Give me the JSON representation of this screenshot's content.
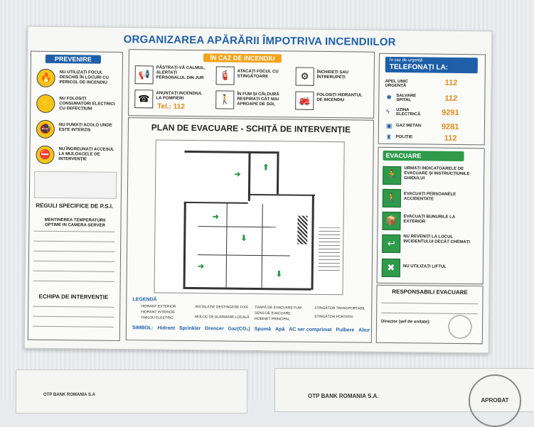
{
  "poster": {
    "title": "ORGANIZAREA APĂRĂRII ÎMPOTRIVA INCENDIILOR",
    "prevenire": {
      "header": "PREVENIRE",
      "items": [
        "NU UTILIZAȚI FOCUL DESCHIS ÎN LOCURI CU PERICOL DE INCENDIU",
        "NU FOLOSIȚI CONSUMATORI ELECTRICI CU DEFECȚIUNI",
        "NU FUMAȚI ACOLO UNDE ESTE INTERZIS",
        "NU ÎNGREUNAȚI ACCESUL LA MIJLOACELE DE INTERVENȚIE"
      ]
    },
    "reguli": {
      "header": "REGULI SPECIFICE DE P.S.I.",
      "text": "MENTINEREA TEMPERATURII OPTIME IN CAMERA SERVER"
    },
    "echipa_header": "ECHIPA DE INTERVENȚIE",
    "in_caz": {
      "header": "ÎN CAZ DE INCENDIU",
      "items": [
        "PĂSTRAȚI-VĂ CALMUL, ALERTAȚI PERSONALUL DIN JUR",
        "ATACAȚI FOCUL CU STINGĂTOARE",
        "ÎNCHIDEȚI SAU ÎNTRERUPEȚI",
        "ANUNȚAȚI INCENDIUL LA POMPIERI",
        "ÎN FUM ȘI CĂLDURĂ RESPIRAȚI CÂT MAI APROAPE DE SOL",
        "FOLOSIȚI HIDRANTUL DE INCENDIU"
      ],
      "tel": "Tel.: 112"
    },
    "plan_title": "PLAN DE EVACUARE - SCHIȚĂ DE INTERVENȚIE",
    "legenda": {
      "header": "LEGENDĂ",
      "items": [
        "HIDRANT EXTERIOR",
        "HIDRANT INTERIOR",
        "TABLOU ELECTRIC",
        "INSTALAȚIE DESTINGERE FIXĂ",
        "MIJLOC DE ALARMARE LOCALĂ",
        "TRAPĂ DE EVACUARE FUM",
        "SENS DE EVACUARE",
        "ROBINET PRINCIPAL",
        "STINGĂTOR TRANSPORTABIL",
        "STINGĂTOR PORTATIV"
      ],
      "simbol_label": "SIMBOL:",
      "simbol_items": [
        "Hidrant",
        "Sprinkler",
        "Drencer",
        "Gaz(CO₂)",
        "Spumă",
        "Apă",
        "AC ser comprimat",
        "Pulbere",
        "Abur"
      ]
    },
    "urgenta": {
      "header_small": "În caz de urgență",
      "header": "TELEFONAȚI LA:",
      "rows": [
        {
          "label": "APEL UNIC URGENȚĂ",
          "number": "112"
        },
        {
          "label": "SALVARE SPITAL",
          "number": "112"
        },
        {
          "label": "UZINA ELECTRICĂ",
          "number": "9291"
        },
        {
          "label": "GAZ METAN",
          "number": "9281"
        },
        {
          "label": "POLIȚIE",
          "number": "112"
        }
      ]
    },
    "evacuare": {
      "header": "EVACUARE",
      "items": [
        "URMAȚI INDICATOARELE DE EVACUARE ȘI INSTRUCȚIUNILE GHIDULUI",
        "EVACUAȚI PERSOANELE ACCIDENTATE",
        "EVACUAȚI BUNURILE LA EXTERIOR",
        "NU REVENIȚI LA LOCUL INCIDENTULUI DECÂT CHEMAȚI",
        "NU UTILIZAȚI LIFTUL"
      ]
    },
    "responsabili_header": "RESPONSABILI EVACUARE",
    "director_label": "Director (șef de unitate):"
  },
  "documents": [
    {
      "title": "OTP BANK ROMANIA S.A"
    },
    {
      "title": "OTP BANK ROMANIA S.A.",
      "stamp": "APROBAT"
    }
  ],
  "colors": {
    "blue": "#1f5fa8",
    "orange": "#f3a41c",
    "green": "#2e9a4a"
  }
}
